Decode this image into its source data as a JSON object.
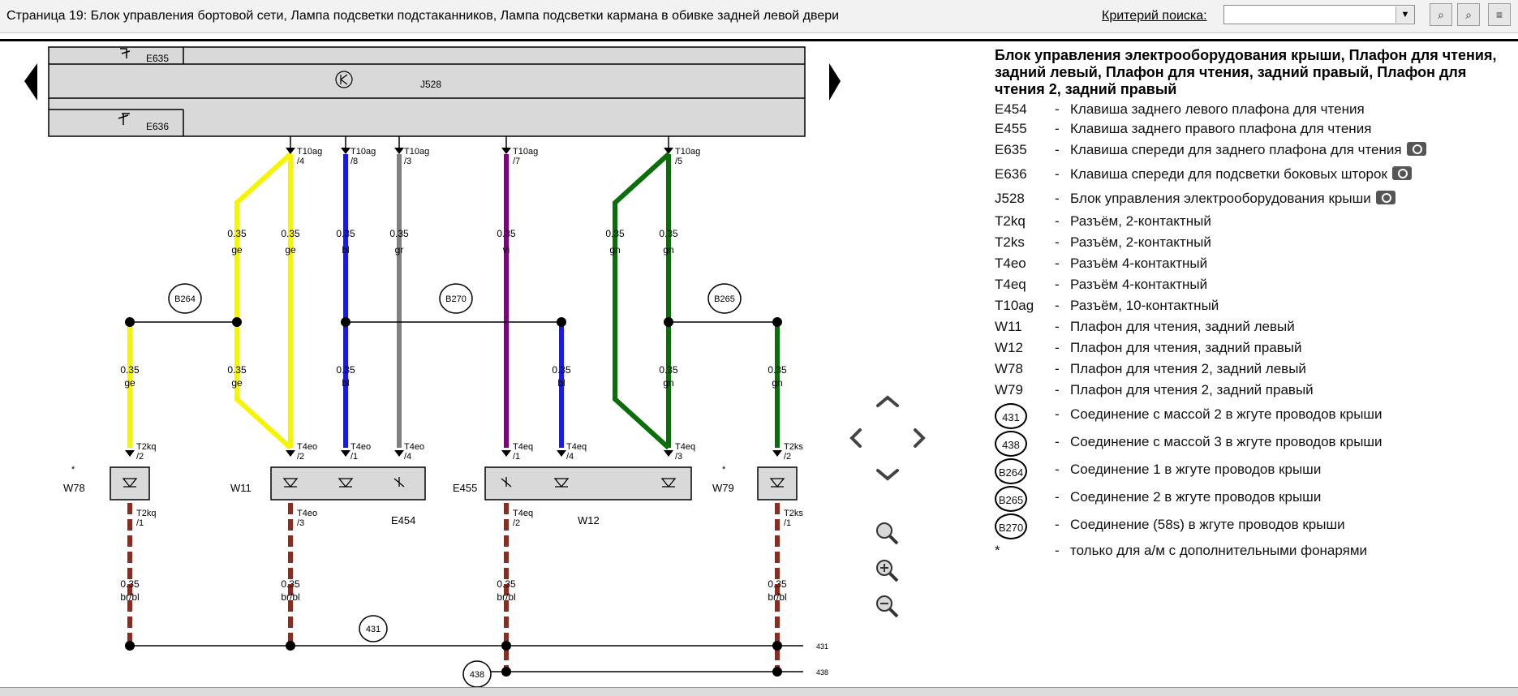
{
  "header": {
    "title": "Страница 19: Блок управления бортовой сети, Лампа подсветки подстаканников, Лампа подсветки кармана в обивке задней левой двери",
    "search_label": "Критерий поиска:",
    "search_value": ""
  },
  "diagram": {
    "j528": "J528",
    "e635": "E635",
    "e636": "E636",
    "w78": "W78",
    "w11": "W11",
    "e454": "E454",
    "e455": "E455",
    "w12": "W12",
    "w79": "W79",
    "b264": "B264",
    "b270": "B270",
    "b265": "B265",
    "g431": "431",
    "g438": "438",
    "star": "*"
  },
  "legend": {
    "title": "Блок управления электрооборудования крыши, Плафон для чтения, задний левый, Плафон для чтения, задний правый, Плафон для чтения 2, задний правый",
    "items": [
      {
        "code": "E454",
        "text": "Клавиша заднего левого плафона для чтения"
      },
      {
        "code": "E455",
        "text": "Клавиша заднего правого плафона для чтения"
      },
      {
        "code": "E635",
        "text": "Клавиша спереди для заднего плафона для чтения"
      },
      {
        "code": "E636",
        "text": "Клавиша спереди для подсветки боковых шторок"
      },
      {
        "code": "J528",
        "text": "Блок управления электрооборудования крыши"
      },
      {
        "code": "T2kq",
        "text": "Разъём, 2-контактный"
      },
      {
        "code": "T2ks",
        "text": "Разъём, 2-контактный"
      },
      {
        "code": "T4eo",
        "text": "Разъём 4-контактный"
      },
      {
        "code": "T4eq",
        "text": "Разъём 4-контактный"
      },
      {
        "code": "T10ag",
        "text": "Разъём, 10-контактный"
      },
      {
        "code": "W11",
        "text": "Плафон для чтения, задний левый"
      },
      {
        "code": "W12",
        "text": "Плафон для чтения, задний правый"
      },
      {
        "code": "W78",
        "text": "Плафон для чтения 2, задний левый"
      },
      {
        "code": "W79",
        "text": "Плафон для чтения 2, задний правый"
      },
      {
        "code": "431",
        "text": "Соединение с массой 2 в жгуте проводов крыши"
      },
      {
        "code": "438",
        "text": "Соединение с массой 3 в жгуте проводов крыши"
      },
      {
        "code": "B264",
        "text": "Соединение 1 в жгуте проводов крыши"
      },
      {
        "code": "B265",
        "text": "Соединение 2 в жгуте проводов крыши"
      },
      {
        "code": "B270",
        "text": "Соединение (58s) в жгуте проводов крыши"
      },
      {
        "code": "*",
        "text": "только для а/м с дополнительными фонарями"
      }
    ]
  },
  "colors": {
    "yellow": "#f5f500",
    "blue": "#1a1ae6",
    "gray": "#808080",
    "violet": "#800080",
    "green": "#0a6e0a",
    "brown": "#8b2c20",
    "navy": "#203080"
  }
}
